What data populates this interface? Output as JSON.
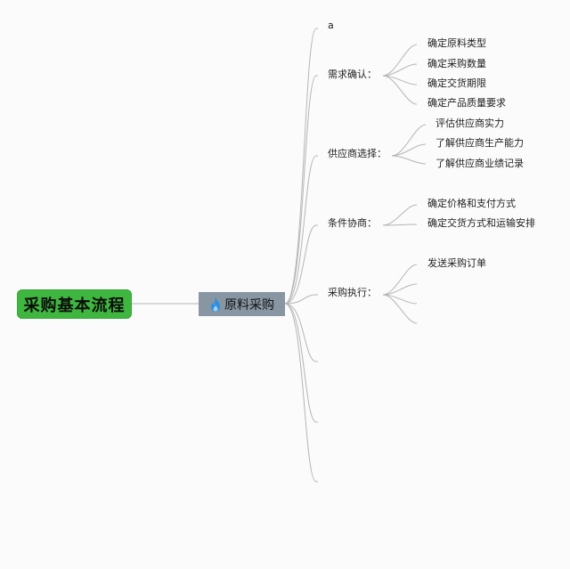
{
  "root": {
    "label": "采购基本流程"
  },
  "center": {
    "label": "原料采购",
    "icon": "flame-icon",
    "icon_color": "#2d8fe0"
  },
  "branches": [
    {
      "label": "a",
      "children": []
    },
    {
      "label": "需求确认：",
      "children": [
        "确定原料类型",
        "确定采购数量",
        "确定交货期限",
        "确定产品质量要求"
      ]
    },
    {
      "label": "供应商选择：",
      "children": [
        "评估供应商实力",
        "了解供应商生产能力",
        "了解供应商业绩记录"
      ]
    },
    {
      "label": "条件协商：",
      "children": [
        "确定价格和支付方式",
        "确定交货方式和运输安排"
      ]
    },
    {
      "label": "采购执行：",
      "children": [
        "发送采购订单",
        "",
        "",
        ""
      ]
    },
    {
      "label": "",
      "children": []
    },
    {
      "label": "",
      "children": []
    },
    {
      "label": "",
      "children": []
    }
  ],
  "colors": {
    "root_fill": "#3fb63f",
    "center_fill": "#8796a2",
    "line": "#b5b5b5"
  }
}
